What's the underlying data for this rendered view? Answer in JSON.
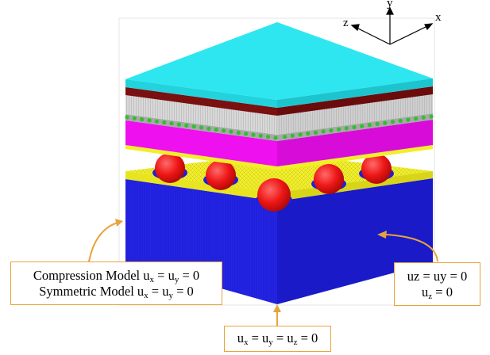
{
  "axes": {
    "y_label": "y",
    "z_label": "z",
    "x_label": "x"
  },
  "labels": {
    "left": {
      "line1": {
        "text": "Compression Model u",
        "s1": "x",
        "mid": " = u",
        "s2": "y",
        "end": " = 0"
      },
      "line2": {
        "text": "Symmetric Model u",
        "s1": "x",
        "mid": " = u",
        "s2": "y",
        "end": " = 0"
      }
    },
    "right": {
      "line1": "uz = uy = 0",
      "line2": {
        "text": "u",
        "s1": "z",
        "end": " = 0"
      }
    },
    "bottom": {
      "pre": "u",
      "s1": "x",
      "m1": " = u",
      "s2": "y",
      "m2": " = u",
      "s3": "z",
      "end": " = 0"
    }
  },
  "colors": {
    "top_plate": "#2ee6f0",
    "maroon_layer": "#7a1010",
    "grey_layer": "#d8d8d8",
    "green_dots": "#2fc02f",
    "magenta_layer": "#ee10ee",
    "yellow_layer": "#f2ef2a",
    "solder_balls": "#ee1616",
    "substrate": "#1e1edd",
    "callout": "#e8a33a"
  }
}
